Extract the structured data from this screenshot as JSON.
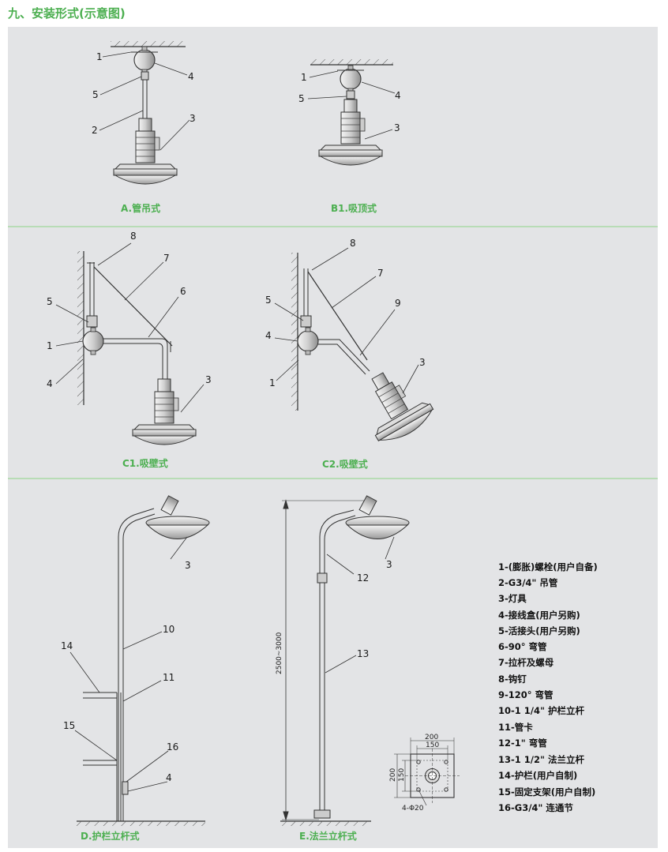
{
  "title": "九、安装形式(示意图)",
  "captions": {
    "A": "A.管吊式",
    "B1": "B1.吸顶式",
    "C1": "C1.吸壁式",
    "C2": "C2.吸壁式",
    "D": "D.护栏立杆式",
    "E": "E.法兰立杆式"
  },
  "labels": {
    "A": [
      "1",
      "4",
      "5",
      "2",
      "3"
    ],
    "B1": [
      "1",
      "4",
      "5",
      "3"
    ],
    "C1": [
      "8",
      "7",
      "6",
      "5",
      "1",
      "4",
      "3"
    ],
    "C2": [
      "8",
      "7",
      "9",
      "5",
      "4",
      "1",
      "3"
    ],
    "D": [
      "3",
      "10",
      "14",
      "11",
      "15",
      "16",
      "4"
    ],
    "E": [
      "3",
      "12",
      "13"
    ]
  },
  "dimension": "2500~3000",
  "flange": {
    "outer": "200",
    "inner": "150",
    "side_outer": "200",
    "side_inner": "150",
    "holes": "4-Φ20"
  },
  "legend": [
    "1-(膨胀)螺栓(用户自备)",
    "2-G3/4\" 吊管",
    "3-灯具",
    "4-接线盒(用户另购)",
    "5-活接头(用户另购)",
    "6-90° 弯管",
    "7-拉杆及螺母",
    "8-钩钉",
    "9-120° 弯管",
    "10-1 1/4\" 护栏立杆",
    "11-管卡",
    "12-1\" 弯管",
    "13-1 1/2\" 法兰立杆",
    "14-护栏(用户自制)",
    "15-固定支架(用户自制)",
    "16-G3/4\" 连通节"
  ],
  "colors": {
    "accent": "#4caf50",
    "panel": "#e3e4e6",
    "line": "#333333"
  }
}
